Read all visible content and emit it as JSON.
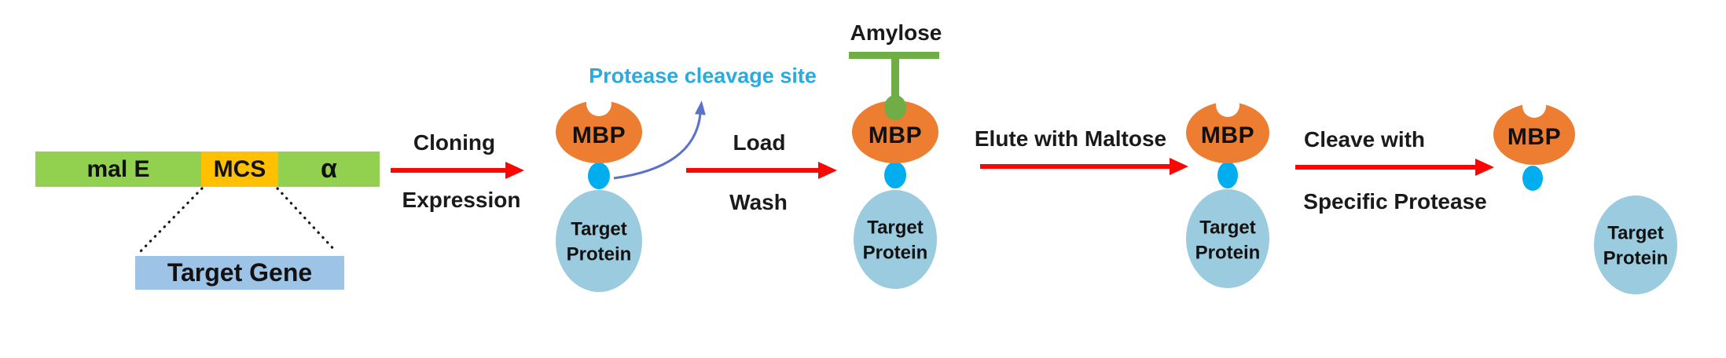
{
  "construct": {
    "mal_e_label": "mal E",
    "mcs_label": "MCS",
    "alpha_label": "α",
    "target_gene_label": "Target Gene"
  },
  "annotations": {
    "protease_cleavage_site": "Protease cleavage site",
    "amylose": "Amylose"
  },
  "steps": {
    "step1_line1": "Cloning",
    "step1_line2": "Expression",
    "step2_line1": "Load",
    "step2_line2": "Wash",
    "step3_line1": "Elute with Maltose",
    "step4_line1": "Cleave with",
    "step4_line2": "Specific Protease"
  },
  "proteins": {
    "mbp_label": "MBP",
    "target_protein_line1": "Target",
    "target_protein_line2": "Protein"
  },
  "colors": {
    "construct_green": "#92D050",
    "mcs_yellow": "#FFC000",
    "target_gene_blue": "#9DC3E6",
    "amylose_green": "#70AD47",
    "mbp_orange": "#ED7D31",
    "linker_cyan": "#00AEEF",
    "target_protein_blue": "#9BCBDE",
    "arrow_red": "#FB0505",
    "cleavage_text_cyan": "#29ABE2",
    "curve_arrow_blue": "#5B72C9",
    "dotted_line_black": "#1a1a1a"
  }
}
